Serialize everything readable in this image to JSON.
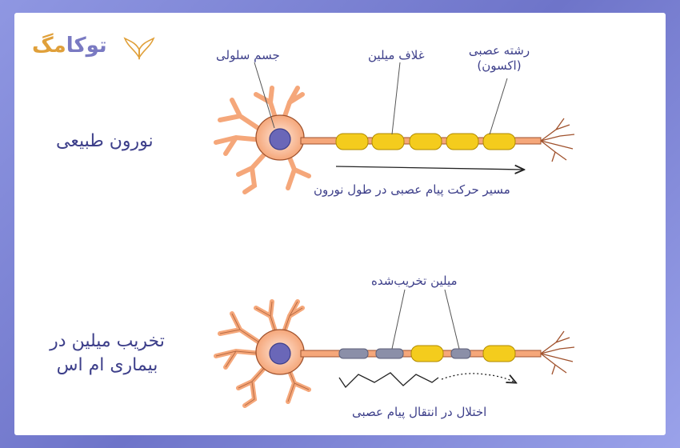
{
  "brand": {
    "name_part1": "توکا",
    "name_part2": "مگ"
  },
  "normal": {
    "title": "نورون طبیعی",
    "cell_body": "جسم سلولی",
    "myelin_sheath": "غلاف میلین",
    "axon_line1": "رشته عصبی",
    "axon_line2": "(اکسون)",
    "signal_path": "مسیر حرکت پیام عصبی در طول نورون"
  },
  "damaged": {
    "title_line1": "تخریب میلین در",
    "title_line2": "بیماری ام اس",
    "damaged_myelin": "میلین تخریب‌شده",
    "disruption": "اختلال در انتقال پیام عصبی"
  },
  "colors": {
    "neuron": "#f5a77a",
    "neuron_stroke": "#a0522d",
    "nucleus": "#6a67b8",
    "myelin": "#f4cc1d",
    "myelin_damaged": "#8b8fa8",
    "text": "#3d3f8a"
  }
}
